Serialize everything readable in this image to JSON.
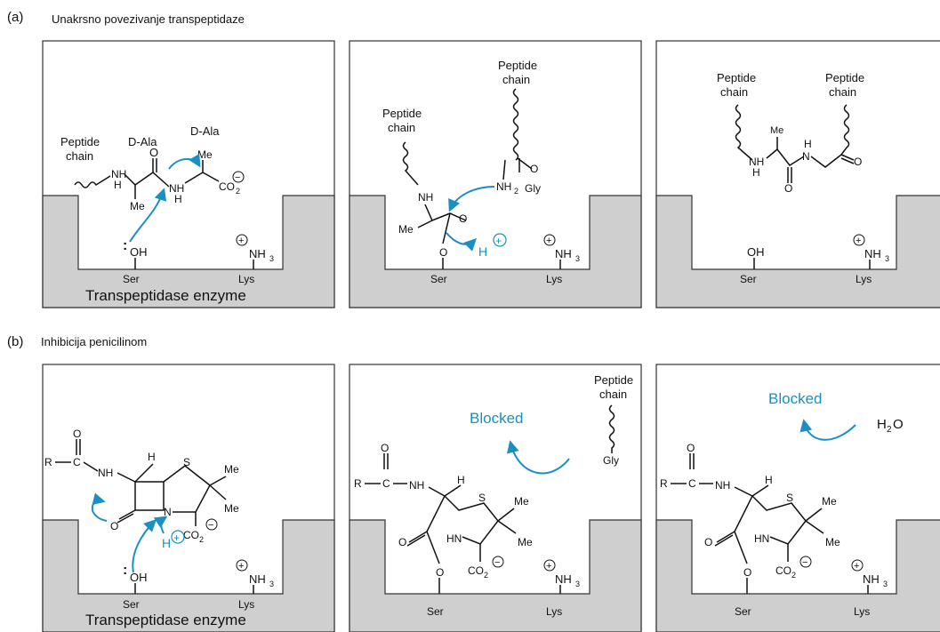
{
  "section_a": {
    "letter": "(a)",
    "title": "Unakrsno povezivanje transpeptidaze"
  },
  "section_b": {
    "letter": "(b)",
    "title": "Inhibicija penicilinom"
  },
  "labels": {
    "peptide": "Peptide",
    "chain": "chain",
    "d_ala": "D-Ala",
    "me": "Me",
    "nh": "NH",
    "n": "N",
    "h": "H",
    "o": "O",
    "oh": "OH",
    "nh2": "NH",
    "sub2": "2",
    "gly": "Gly",
    "ser": "Ser",
    "lys": "Lys",
    "nh3": "NH",
    "sub3": "3",
    "co2": "CO",
    "hplus": "H",
    "enzyme": "Transpeptidase enzyme",
    "r": "R",
    "c": "C",
    "s": "S",
    "hn": "HN",
    "blocked": "Blocked",
    "h2o_h": "H",
    "h2o_o": "O",
    "charge_minus": "−",
    "charge_plus": "+"
  },
  "colors": {
    "accent": "#1a8fc4",
    "enzyme_fill": "#cfcfcf",
    "frame": "#333333"
  }
}
